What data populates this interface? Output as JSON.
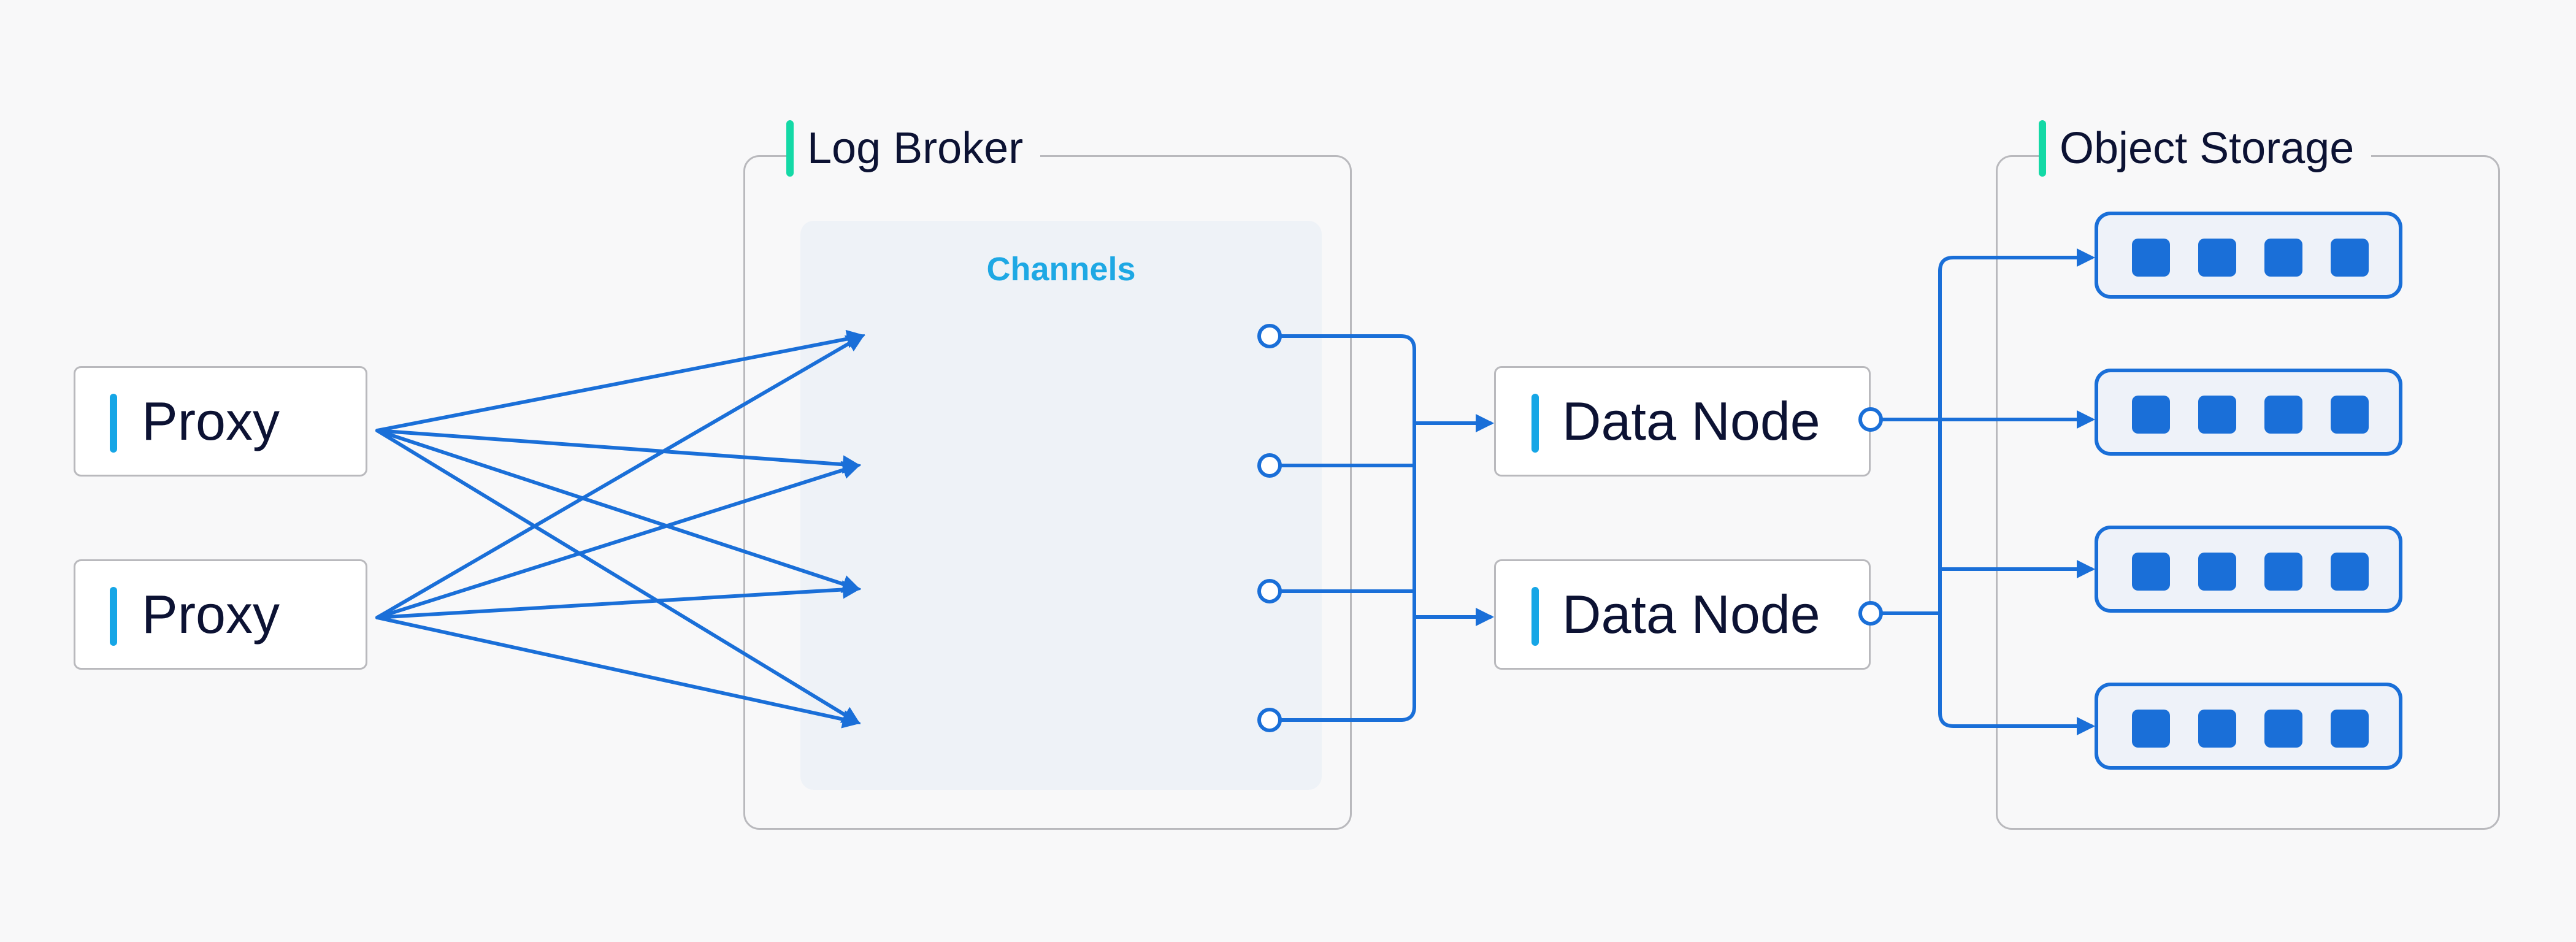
{
  "proxies": [
    {
      "label": "Proxy"
    },
    {
      "label": "Proxy"
    }
  ],
  "log_broker": {
    "title": "Log Broker",
    "channels_title": "Channels",
    "channel_count": 4
  },
  "data_nodes": [
    {
      "label": "Data Node"
    },
    {
      "label": "Data Node"
    }
  ],
  "object_storage": {
    "title": "Object Storage",
    "block_count": 4,
    "squares_per_block": 4
  },
  "colors": {
    "accent_blue": "#1a6fd8",
    "label_bar": "#16a6e6",
    "group_title_bar": "#14d9a6",
    "channels_text": "#1ea8e4",
    "text": "#0c1233"
  }
}
